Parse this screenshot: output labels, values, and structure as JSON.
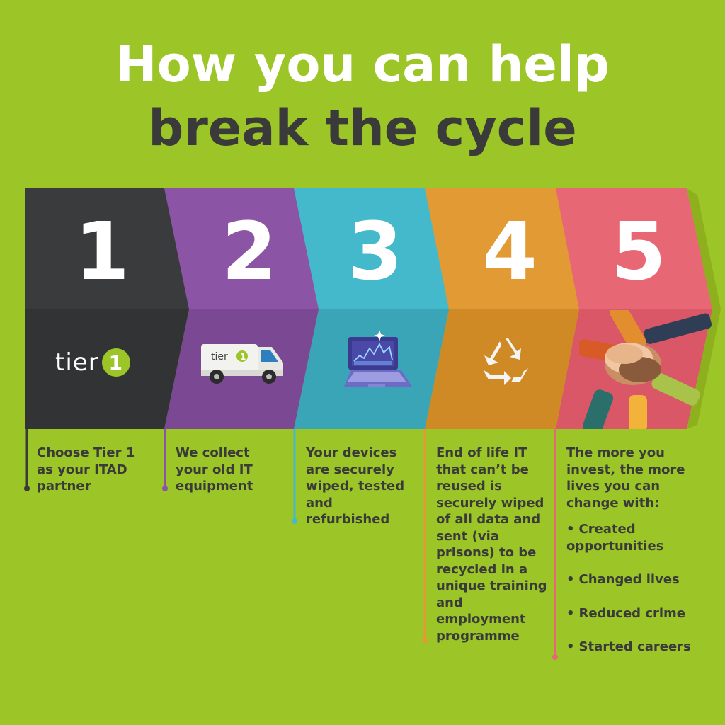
{
  "title": {
    "line1": "How you can help",
    "line2": "break the cycle"
  },
  "colors": {
    "background": "#9cc527",
    "step1": "#3a3b3c",
    "step2": "#8b54a4",
    "step3": "#45b9cc",
    "step4": "#e29a34",
    "step5": "#e76775",
    "text_dark": "#3a3a3a"
  },
  "logo": {
    "text": "tier",
    "badge": "1"
  },
  "steps": [
    {
      "number": "1",
      "icon": "tier1-logo-icon",
      "text": "Choose Tier 1 as your ITAD partner"
    },
    {
      "number": "2",
      "icon": "delivery-van-icon",
      "text": "We collect your old IT equipment",
      "van_text": "tier",
      "van_badge": "1"
    },
    {
      "number": "3",
      "icon": "laptop-icon",
      "text": "Your devices are securely wiped, tested and refurbished"
    },
    {
      "number": "4",
      "icon": "recycle-icon",
      "text": "End of life IT that can’t be reused is securely wiped of all data and sent (via prisons) to be recycled in a unique training and employment programme"
    },
    {
      "number": "5",
      "icon": "hands-together-icon",
      "text": "The more you invest, the more lives you can change with:",
      "bullets": [
        "Created opportunities",
        "Changed lives",
        "Reduced crime",
        "Started careers"
      ]
    }
  ]
}
